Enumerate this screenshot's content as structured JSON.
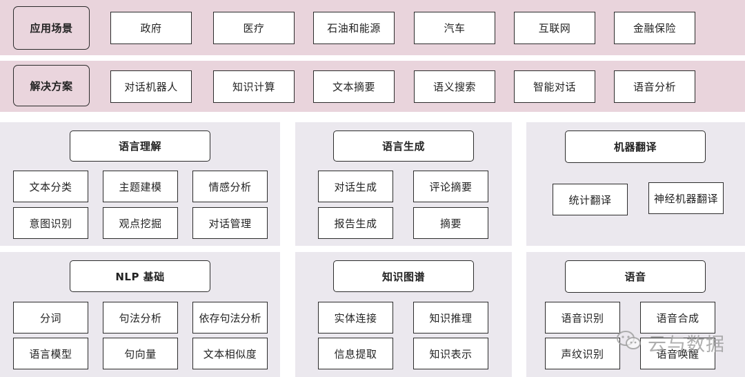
{
  "application_row": {
    "label": "应用场景",
    "items": [
      "政府",
      "医疗",
      "石油和能源",
      "汽车",
      "互联网",
      "金融保险"
    ]
  },
  "solution_row": {
    "label": "解决方案",
    "items": [
      "对话机器人",
      "知识计算",
      "文本摘要",
      "语义搜索",
      "智能对话",
      "语音分析"
    ]
  },
  "language_understanding": {
    "title": "语言理解",
    "items": [
      "文本分类",
      "主题建模",
      "情感分析",
      "意图识别",
      "观点挖掘",
      "对话管理"
    ]
  },
  "language_generation": {
    "title": "语言生成",
    "items": [
      "对话生成",
      "评论摘要",
      "报告生成",
      "摘要"
    ]
  },
  "machine_translation": {
    "title": "机器翻译",
    "items": [
      "统计翻译",
      "神经机器翻译"
    ]
  },
  "nlp_basics": {
    "title": "NLP 基础",
    "items": [
      "分词",
      "句法分析",
      "依存句法分析",
      "语言模型",
      "句向量",
      "文本相似度"
    ]
  },
  "knowledge_graph": {
    "title": "知识图谱",
    "items": [
      "实体连接",
      "知识推理",
      "信息提取",
      "知识表示"
    ]
  },
  "speech": {
    "title": "语音",
    "items": [
      "语音识别",
      "语音合成",
      "声纹识别",
      "语音唤醒"
    ]
  },
  "watermark": {
    "text": "云与数据",
    "icon": "wechat-icon"
  },
  "colors": {
    "band": "#e9d4dc",
    "panel": "#ebe8ee",
    "border": "#2a2a2a"
  }
}
